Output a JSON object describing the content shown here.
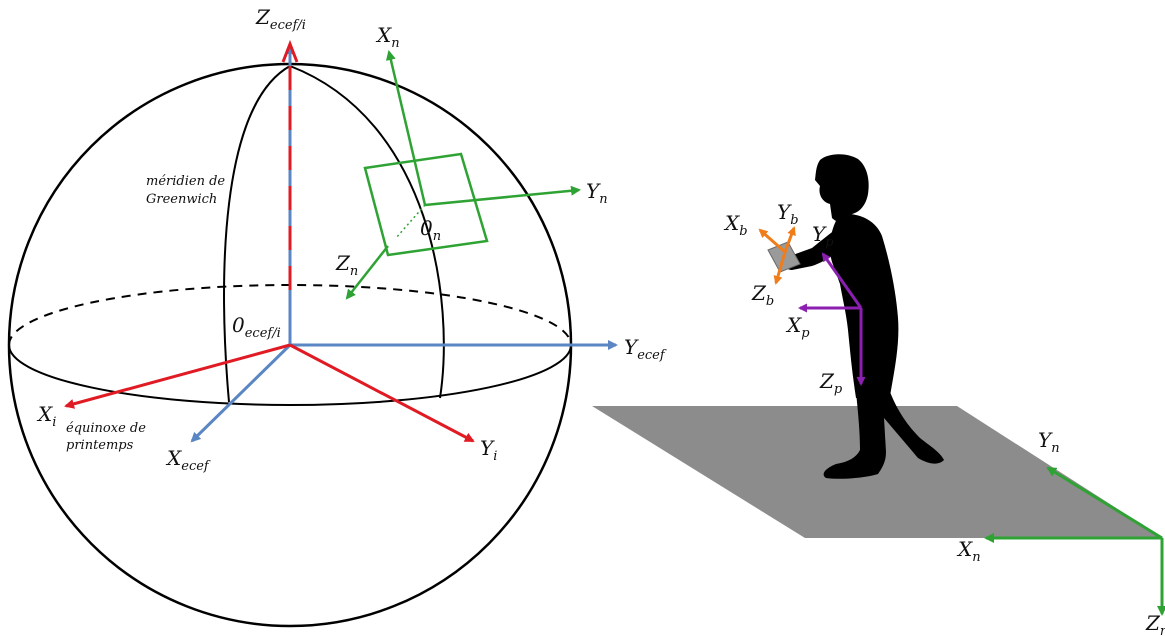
{
  "colors": {
    "ecef_axes": "#5b86c4",
    "inertial_axes": "#e01b24",
    "navigation_axes": "#2ea334",
    "body_axes": "#f07d1a",
    "pedestrian_axes": "#8a1fb0",
    "floor": "#8c8c8c",
    "silhouette": "#000000"
  },
  "earth_frame": {
    "z_axis": {
      "base": "Z",
      "sub": "ecef/i"
    },
    "y_ecef": {
      "base": "Y",
      "sub": "ecef"
    },
    "x_ecef": {
      "base": "X",
      "sub": "ecef"
    },
    "x_inertial": {
      "base": "X",
      "sub": "i"
    },
    "y_inertial": {
      "base": "Y",
      "sub": "i"
    },
    "origin": {
      "base": "0",
      "sub": "ecef/i"
    },
    "greenwich_line1": "méridien de",
    "greenwich_line2": "Greenwich",
    "equinox_line1": "équinoxe de",
    "equinox_line2": "printemps"
  },
  "local_frame": {
    "x_n": {
      "base": "X",
      "sub": "n"
    },
    "y_n": {
      "base": "Y",
      "sub": "n"
    },
    "z_n": {
      "base": "Z",
      "sub": "n"
    },
    "origin": {
      "base": "0",
      "sub": "n"
    }
  },
  "pedestrian_scene": {
    "x_b": {
      "base": "X",
      "sub": "b"
    },
    "y_b": {
      "base": "Y",
      "sub": "b"
    },
    "z_b": {
      "base": "Z",
      "sub": "b"
    },
    "x_p": {
      "base": "X",
      "sub": "p"
    },
    "y_p": {
      "base": "Y",
      "sub": "p"
    },
    "z_p": {
      "base": "Z",
      "sub": "p"
    },
    "floor_y_n": {
      "base": "Y",
      "sub": "n"
    },
    "floor_x_n": {
      "base": "X",
      "sub": "n"
    },
    "floor_z_n": {
      "base": "Z",
      "sub": "n"
    }
  }
}
